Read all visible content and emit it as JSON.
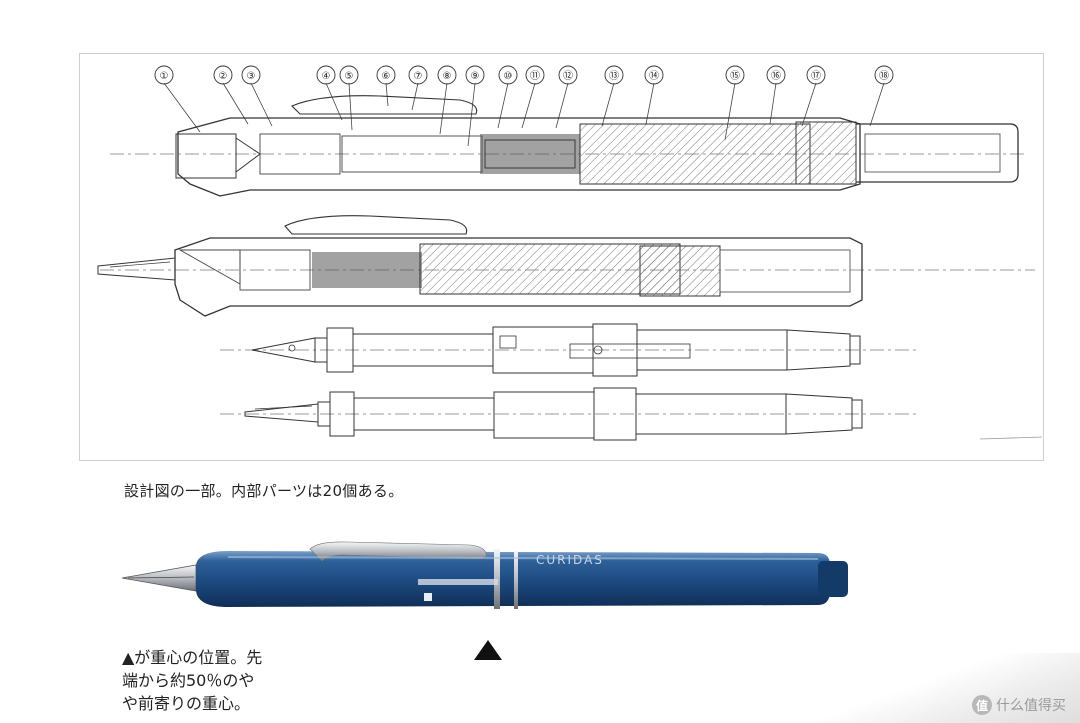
{
  "drawing": {
    "part_numbers": [
      "①",
      "②",
      "③",
      "④",
      "⑤",
      "⑥",
      "⑦",
      "⑧",
      "⑨",
      "⑩",
      "⑪",
      "⑫",
      "⑬",
      "⑭",
      "⑮",
      "⑯",
      "⑰",
      "⑱"
    ]
  },
  "caption_top": "設計図の一部。内部パーツは20個ある。",
  "pen": {
    "brand_text": "CURIDAS",
    "body_color": "#1f4f86"
  },
  "cog_marker": {
    "icon": "triangle-up-icon"
  },
  "caption_bottom": {
    "lines": [
      "▲が重心の位置。先",
      "端から約50％のや",
      "や前寄りの重心。"
    ]
  },
  "watermark": {
    "logo": "值",
    "text": "什么值得买"
  }
}
